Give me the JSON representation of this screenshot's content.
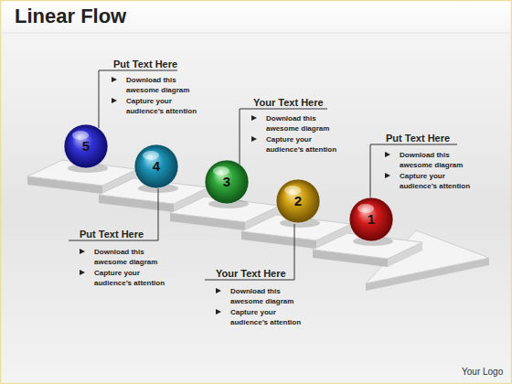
{
  "diagram": {
    "title": "Linear Flow",
    "nodes": [
      {
        "text": [
          "5"
        ]
      },
      {
        "text": [
          "4"
        ]
      },
      {
        "text": [
          "3"
        ]
      },
      {
        "text": [
          "2"
        ]
      },
      {
        "text": [
          "1"
        ]
      }
    ],
    "labels": [
      "Put Text Here",
      "Download this awesome diagram",
      "Capture your audience’s attention",
      "Your Text Here",
      "Download this awesome diagram",
      "Capture your audience’s attention",
      "Put Text Here",
      "Download this awesome diagram",
      "Capture your audience’s attention",
      "Put Text Here",
      "Download this awesome diagram",
      "Capture your audience’s attention",
      "Your Text Here",
      "Download this awesome diagram",
      "Capture your audience’s attention",
      "Your Logo"
    ]
  }
}
